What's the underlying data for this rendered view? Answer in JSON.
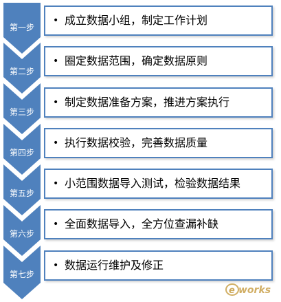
{
  "steps": [
    {
      "label": "第一步",
      "text": "成立数据小组，制定工作计划"
    },
    {
      "label": "第二步",
      "text": "圈定数据范围，确定数据原则"
    },
    {
      "label": "第三步",
      "text": "制定数据准备方案，推进方案执行"
    },
    {
      "label": "第四步",
      "text": "执行数据校验，完善数据质量"
    },
    {
      "label": "第五步",
      "text": "小范围数据导入测试，检验数据结果"
    },
    {
      "label": "第六步",
      "text": "全面数据导入，全方位查漏补缺"
    },
    {
      "label": "第七步",
      "text": "数据运行维护及修正"
    }
  ],
  "bullet": "•",
  "watermark": {
    "text": "e-works"
  },
  "colors": {
    "chevron_fill": "#4f81bd",
    "chevron_light": "#6e9bd0",
    "card_border": "#4f81bd",
    "watermark": "#c9a14a"
  }
}
